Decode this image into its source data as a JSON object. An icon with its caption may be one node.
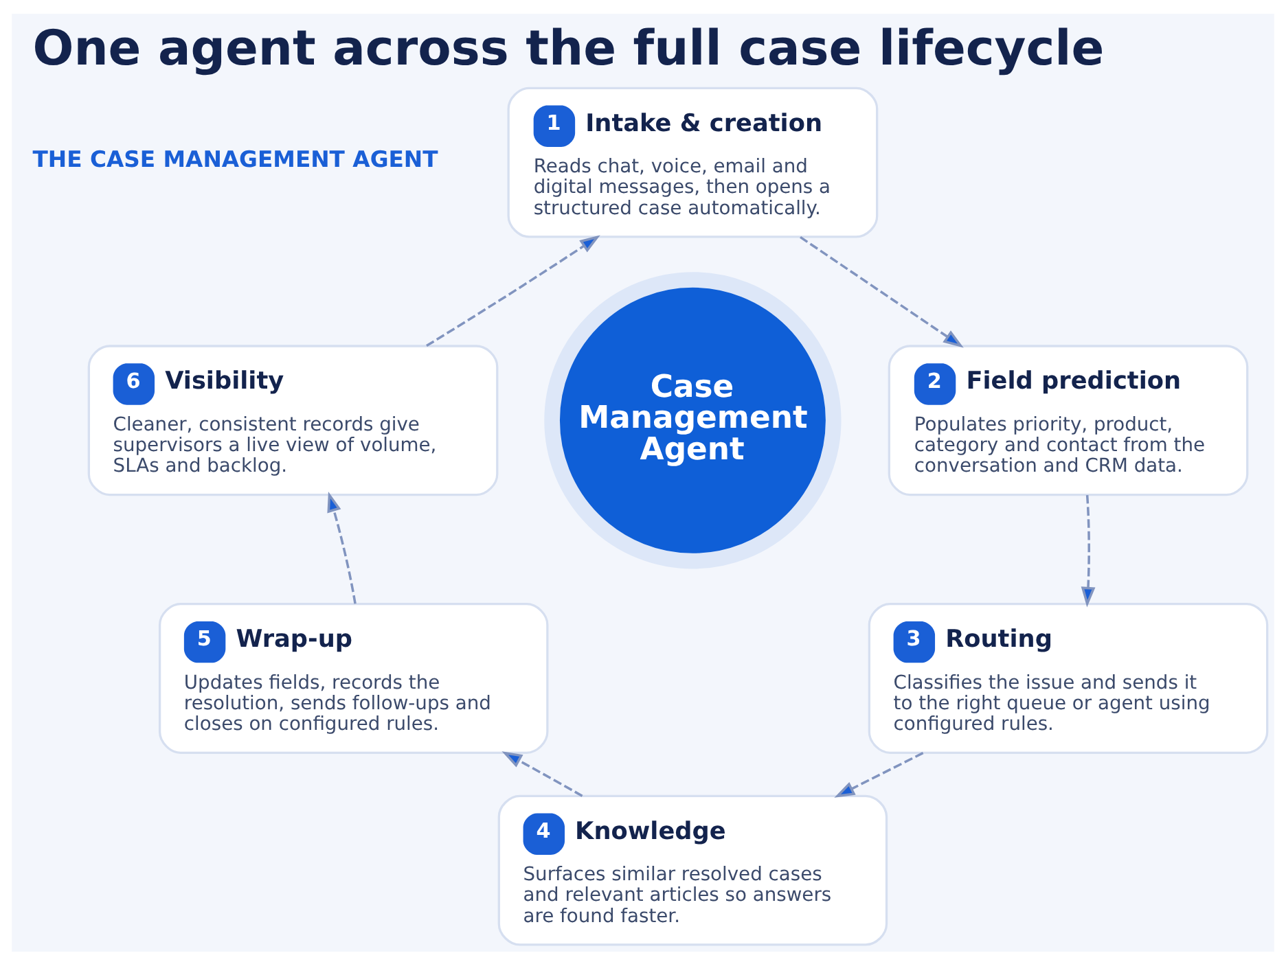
{
  "diagram": {
    "title": "One agent across the full case lifecycle",
    "nodes": [
      {
        "text": [
          "Case Management Agent"
        ]
      },
      {
        "text": [
          "1",
          "Intake & creation",
          "Reads chat, voice, email and digital messages, then opens a structured case automatically."
        ]
      },
      {
        "text": [
          "2",
          "Field prediction",
          "Populates priority, product, category and contact from the conversation and CRM data."
        ]
      },
      {
        "text": [
          "3",
          "Routing",
          "Classifies the issue and sends it to the right queue or agent using configured rules."
        ]
      },
      {
        "text": [
          "4",
          "Knowledge",
          "Surfaces similar resolved cases and relevant articles so answers are found faster."
        ]
      },
      {
        "text": [
          "5",
          "Wrap-up",
          "Updates fields, records the resolution, sends follow-ups and closes on configured rules."
        ]
      },
      {
        "text": [
          "6",
          "Visibility",
          "Cleaner, consistent records give supervisors a live view of volume, SLAs and backlog."
        ]
      }
    ],
    "edges": [
      {
        "from": 1,
        "to": 2,
        "arrow": "to",
        "style": "dashed"
      },
      {
        "from": 2,
        "to": 3,
        "arrow": "to",
        "style": "dashed"
      },
      {
        "from": 3,
        "to": 4,
        "arrow": "to",
        "style": "dashed"
      },
      {
        "from": 4,
        "to": 5,
        "arrow": "to",
        "style": "dashed"
      },
      {
        "from": 5,
        "to": 6,
        "arrow": "to",
        "style": "dashed"
      },
      {
        "from": 6,
        "to": 1,
        "arrow": "to",
        "style": "dashed"
      }
    ],
    "labels": [
      "THE CASE MANAGEMENT AGENT"
    ]
  }
}
